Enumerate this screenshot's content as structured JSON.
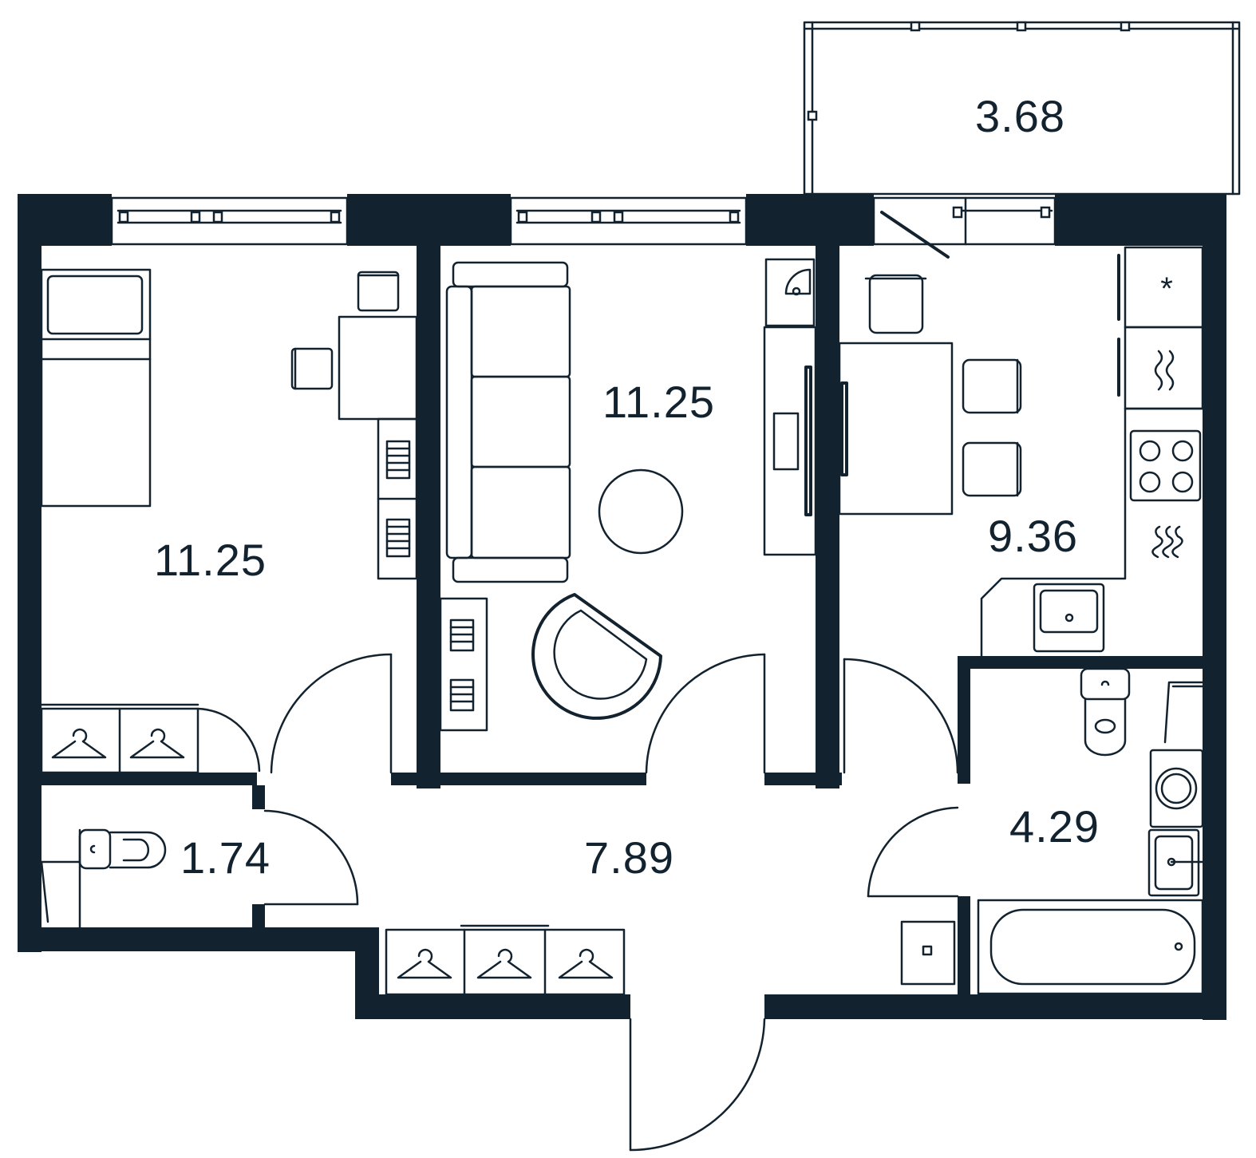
{
  "plan": {
    "wall_color": "#12222f",
    "background_color": "#ffffff",
    "rooms": [
      {
        "id": "balcony",
        "area": "3.68"
      },
      {
        "id": "bedroom",
        "area": "11.25"
      },
      {
        "id": "living-room",
        "area": "11.25"
      },
      {
        "id": "kitchen",
        "area": "9.36"
      },
      {
        "id": "bathroom",
        "area": "4.29"
      },
      {
        "id": "toilet",
        "area": "1.74"
      },
      {
        "id": "hallway",
        "area": "7.89"
      }
    ],
    "icons": [
      "bed-icon",
      "sofa-icon",
      "wardrobe-hanger-icon",
      "toilet-icon",
      "sink-icon",
      "bathtub-icon",
      "washing-machine-icon",
      "stove-icon",
      "fridge-icon",
      "dining-table-icon",
      "chair-icon",
      "door-swing-icon",
      "window-icon"
    ]
  }
}
